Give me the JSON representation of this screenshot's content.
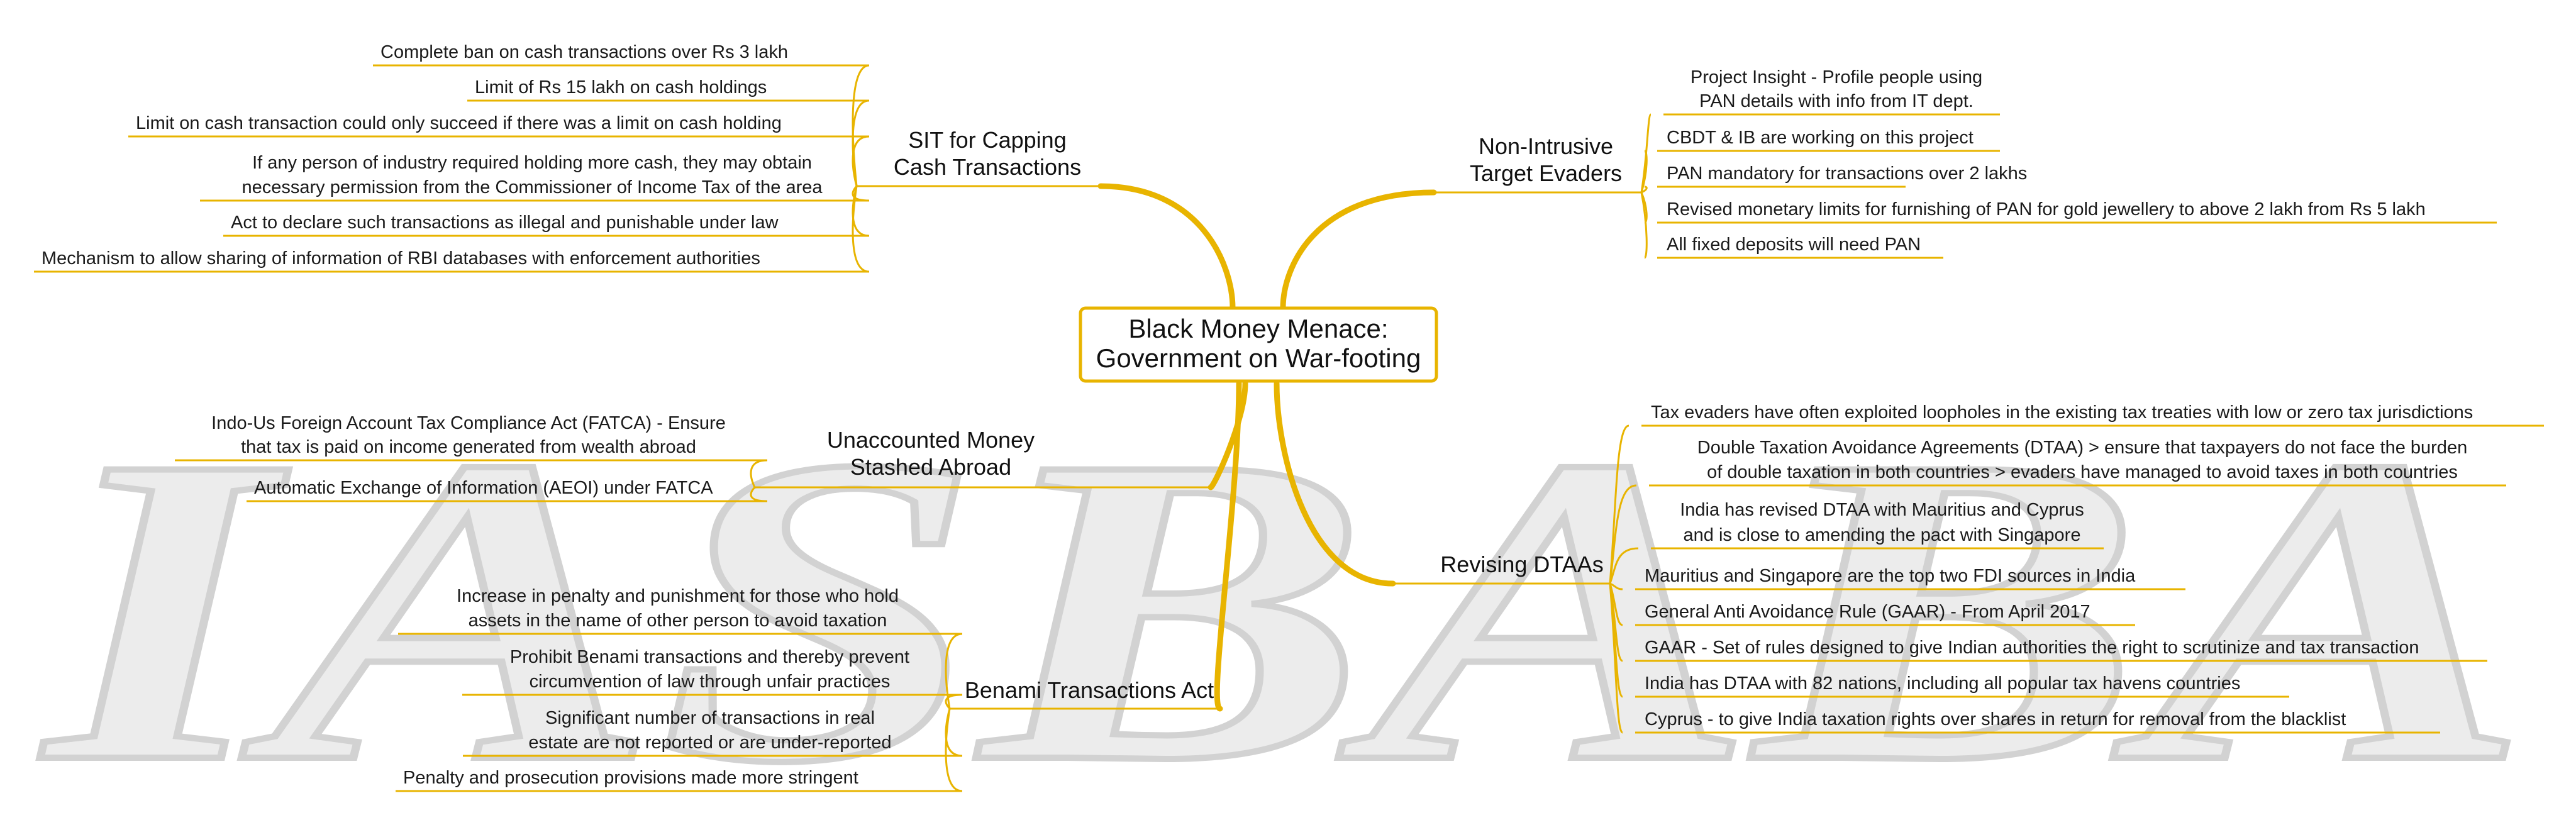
{
  "watermark": {
    "text": "IASBABA"
  },
  "center": {
    "lines": [
      "Black Money Menace:",
      "Government on War-footing"
    ]
  },
  "colors": {
    "branch": "#e8b400",
    "watermark_fill": "#ececec",
    "watermark_stroke": "#d2d2d2"
  },
  "branches": [
    {
      "id": "sit",
      "title": [
        "SIT for Capping",
        "Cash Transactions"
      ],
      "leaves": [
        [
          "Complete ban on cash transactions over Rs 3 lakh"
        ],
        [
          "Limit of Rs 15 lakh on cash holdings"
        ],
        [
          "Limit on cash transaction could only succeed if there was a limit on cash holding"
        ],
        [
          "If any person of industry required holding more cash, they may obtain",
          "necessary permission from the Commissioner of Income Tax of the area"
        ],
        [
          "Act  to declare such transactions as illegal and punishable under law"
        ],
        [
          "Mechanism  to allow sharing of information of RBI databases with enforcement authorities"
        ]
      ]
    },
    {
      "id": "unaccounted",
      "title": [
        "Unaccounted Money",
        "Stashed Abroad"
      ],
      "leaves": [
        [
          "Indo-Us Foreign Account Tax Compliance Act (FATCA) - Ensure",
          "that tax is paid on income generated from wealth abroad"
        ],
        [
          "Automatic Exchange of Information (AEOI) under FATCA"
        ]
      ]
    },
    {
      "id": "benami",
      "title": [
        "Benami Transactions Act"
      ],
      "leaves": [
        [
          "Increase in penalty and punishment for those who hold",
          "assets in the name of other person to avoid taxation"
        ],
        [
          "Prohibit Benami transactions and thereby prevent",
          "circumvention of law through unfair practices"
        ],
        [
          "Significant number of transactions in real",
          "estate are not reported or are under-reported"
        ],
        [
          "Penalty and prosecution provisions made more stringent"
        ]
      ]
    },
    {
      "id": "nonintrusive",
      "title": [
        "Non-Intrusive",
        "Target Evaders"
      ],
      "leaves": [
        [
          "Project Insight - Profile people using",
          "PAN details with info from  IT dept."
        ],
        [
          "CBDT & IB are working on this project"
        ],
        [
          "PAN mandatory for transactions over 2 lakhs"
        ],
        [
          " Revised monetary limits for furnishing of PAN for gold jewellery to above 2 lakh from Rs 5 lakh"
        ],
        [
          "All fixed deposits will need PAN"
        ]
      ]
    },
    {
      "id": "dtaa",
      "title": [
        "Revising DTAAs"
      ],
      "leaves": [
        [
          "Tax evaders have often exploited loopholes in the existing tax treaties with low or zero tax jurisdictions"
        ],
        [
          "Double Taxation Avoidance Agreements (DTAA) >  ensure that taxpayers do not face the burden",
          "of double taxation in both countries > evaders have managed to avoid taxes in both countries"
        ],
        [
          "India has revised DTAA with Mauritius and Cyprus",
          "and is close to amending the pact with Singapore"
        ],
        [
          "Mauritius and Singapore are the top two FDI sources in India"
        ],
        [
          "General Anti Avoidance Rule (GAAR) - From April 2017"
        ],
        [
          "GAAR - Set of rules designed to give Indian authorities the right to scrutinize and tax transaction"
        ],
        [
          "India has DTAA with 82 nations, including all popular tax havens countries"
        ],
        [
          "Cyprus - to give India taxation rights over shares in return for removal from the blacklist"
        ]
      ]
    }
  ]
}
